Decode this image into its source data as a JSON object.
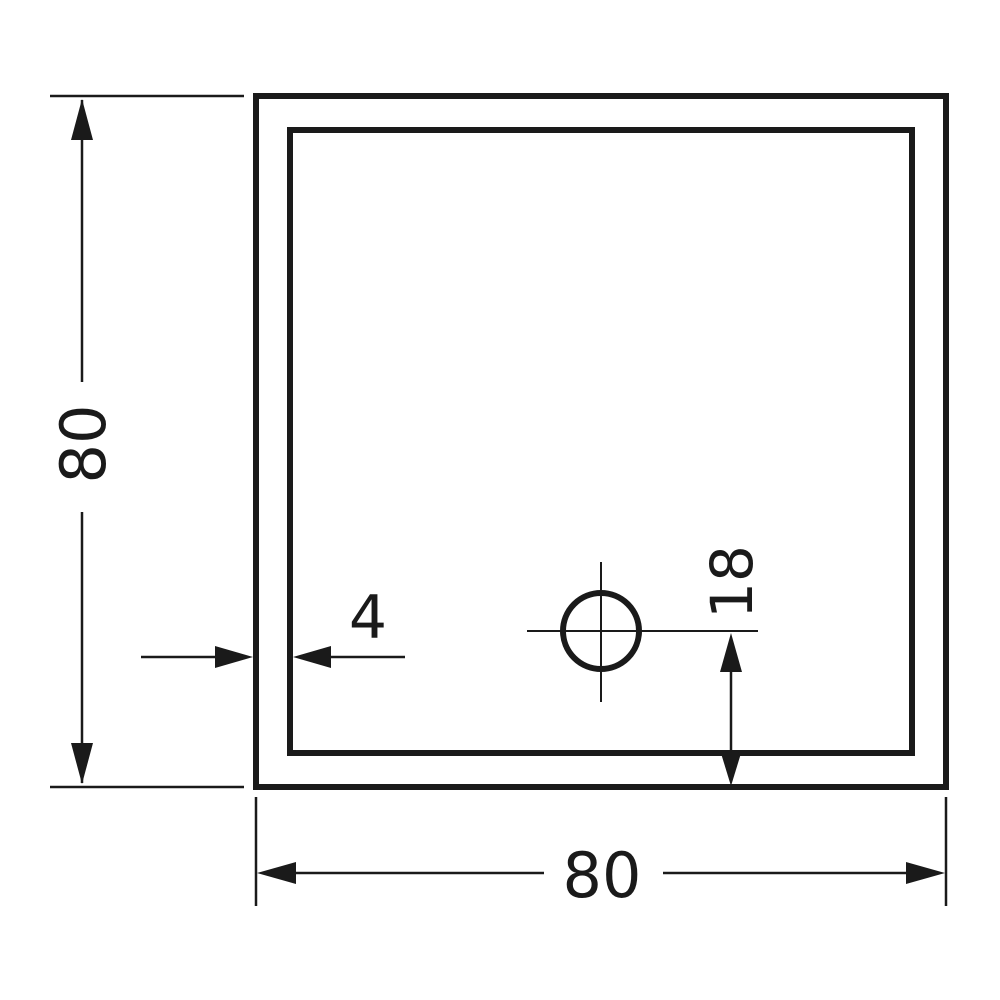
{
  "drawing": {
    "title": "Square tube cross-section with hole",
    "stroke_color": "#1a1a1a",
    "background": "#ffffff",
    "dimensions": {
      "height": "80",
      "width": "80",
      "wall_thickness": "4",
      "hole_offset_from_bottom": "18"
    },
    "features": {
      "outer_profile": "square-outline",
      "inner_profile": "square-outline",
      "hole": "circle-with-centerlines"
    }
  }
}
